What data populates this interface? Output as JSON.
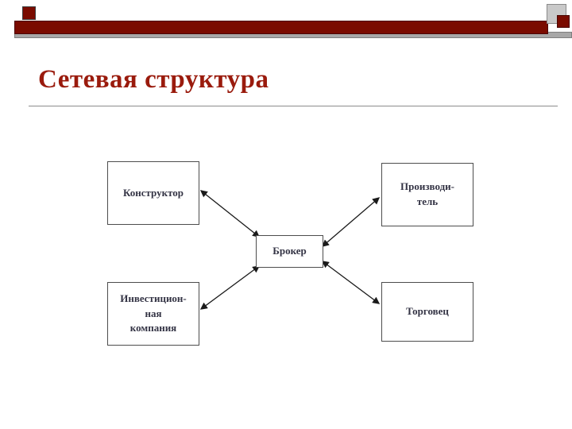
{
  "slide": {
    "title": "Сетевая структура"
  },
  "colors": {
    "accent_maroon": "#7a0b00",
    "title_red": "#9a1b0d",
    "box_text": "#333344",
    "rule_gray": "#8c8c8c"
  },
  "diagram": {
    "nodes": [
      {
        "id": "konstruktor",
        "label": "Конструктор"
      },
      {
        "id": "proizvoditel",
        "label": "Производи-\nтель"
      },
      {
        "id": "broker",
        "label": "Брокер"
      },
      {
        "id": "investicionnaya",
        "label": "Инвестицион-\nная\nкомпания"
      },
      {
        "id": "torgovec",
        "label": "Торговец"
      }
    ],
    "edges": [
      {
        "from": "broker",
        "to": "konstruktor",
        "bidirectional": true
      },
      {
        "from": "broker",
        "to": "proizvoditel",
        "bidirectional": true
      },
      {
        "from": "broker",
        "to": "investicionnaya",
        "bidirectional": true
      },
      {
        "from": "broker",
        "to": "torgovec",
        "bidirectional": true
      }
    ]
  }
}
